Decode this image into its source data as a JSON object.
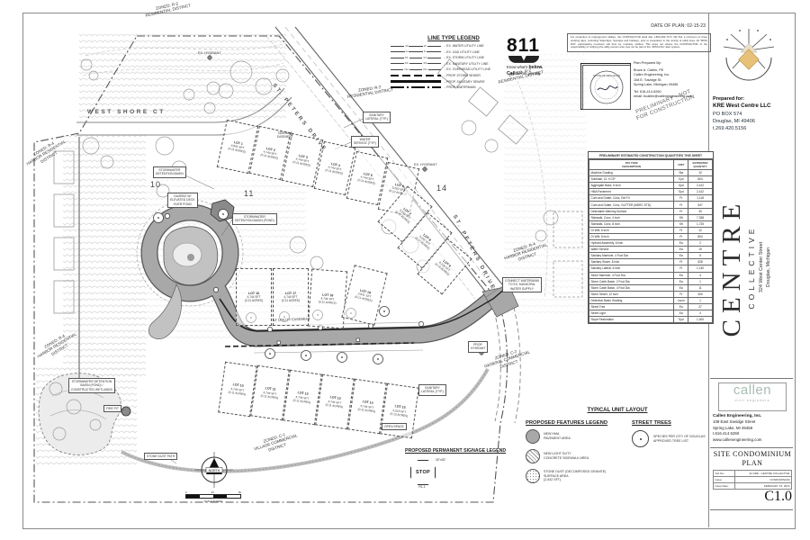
{
  "sheet": {
    "date_of_plan": "DATE OF PLAN: 02-15-23",
    "preliminary_stamp": "PRELIMINARY - NOT\nFOR CONSTRUCTION",
    "disclaimer": "For protection of underground utilities, the CONTRACTOR shall dial 1-800-482-7171 OR 811 a minimum of three working days, excluding Saturdays, Sundays and holidays, prior to excavation in the vicinity of utility lines. All \"MISS DIG\" participating members will thus be routinely notified. This does not relieve the CONTRACTOR of the responsibility of notifying the utility owners who may not be part of the \"MISS DIG\" alert system."
  },
  "call811": {
    "number": "811",
    "line1_normal": "Know what's ",
    "line1_bold": "below.",
    "line2_bold": "Call",
    "line2_normal": " before you dig."
  },
  "prepared_by": {
    "heading": "Plan Prepared By:",
    "lines": [
      "Bruce A. Callen, PE",
      "Callen Engineering, Inc.",
      "108 E. Savidge St.",
      "Spring Lake, Michigan  49456"
    ],
    "tel": "Tel:  616-414-5260",
    "email": "email:  bcallen@callenengineering.com",
    "seal_text": "STATE OF MICHIGAN"
  },
  "line_type_legend": {
    "title": "LINE TYPE LEGEND",
    "items": [
      {
        "style": "ex",
        "tag": "W",
        "label": "EX. WATER UTILITY LINE"
      },
      {
        "style": "ex",
        "tag": "G",
        "label": "EX. GAS UTILITY LINE"
      },
      {
        "style": "ex",
        "tag": "ST",
        "label": "EX. STORM UTILITY LINE"
      },
      {
        "style": "ex",
        "tag": "SS",
        "label": "EX. SANITARY UTILITY LINE"
      },
      {
        "style": "ex",
        "tag": "OH",
        "label": "EX. OVERHEAD UTILITY LINE"
      },
      {
        "style": "storm",
        "tag": "",
        "label": "PROP. STORM SEWER"
      },
      {
        "style": "sanitary",
        "tag": "",
        "label": "PROP. SANITARY SEWER"
      },
      {
        "style": "watermain",
        "tag": "",
        "label": "PROP. WATERMAIN"
      }
    ]
  },
  "quantities_table": {
    "title": "PRELIMINARY ESTIMATED CONSTRUCTION QUANTITIES THIS SHEET",
    "columns": [
      "PAY ITEM\nDESCRIPTION",
      "UNIT",
      "ESTIMATED\nQUANTITY"
    ],
    "rows": [
      [
        "Machine Grading",
        "Sta",
        "10"
      ],
      [
        "Subbase, CL II CIP",
        "Cyd",
        "804"
      ],
      [
        "Aggregate Base, 6 inch",
        "Syd",
        "2,412"
      ],
      [
        "HMA Pavement",
        "Syd",
        "2,412"
      ],
      [
        "Curb and Gutter, Conc, Det F4",
        "Ft",
        "1,118"
      ],
      [
        "Curb and Gutter, Conc, GUTTER (MDRC STD)",
        "Ft",
        "547"
      ],
      [
        "Detectable Warning Surface",
        "Ft",
        "30"
      ],
      [
        "Sidewalk, Conc, 4 inch",
        "Sft",
        "7,338"
      ],
      [
        "Sidewalk, Conc, 8 inch",
        "Sft",
        "1,725"
      ],
      [
        "DI WM, 6 inch",
        "Ft",
        "12"
      ],
      [
        "DI WM, 8 inch",
        "Ft",
        "804"
      ],
      [
        "Hydrant Assembly, 6 inch",
        "Ea",
        "2"
      ],
      [
        "Water Service",
        "Ea",
        "19"
      ],
      [
        "Sanitary Manhole, 4 Foot Dia",
        "Ea",
        "5"
      ],
      [
        "Sanitary Sewer, 8 inch",
        "Ft",
        "528"
      ],
      [
        "Sanitary Lateral, 6 inch",
        "Ft",
        "1,140"
      ],
      [
        "Storm Manhole, 4 Foot Dia",
        "Ea",
        "4"
      ],
      [
        "Storm Catch Basin, 2 Foot Dia",
        "Ea",
        "1"
      ],
      [
        "Storm Catch Basin, 4 Foot Dia",
        "Ea",
        "11"
      ],
      [
        "Storm Sewer, 12 inch",
        "Ft",
        "300"
      ],
      [
        "Detention Basin Grading",
        "Lsum",
        "1"
      ],
      [
        "Street Tree",
        "Ea",
        "27"
      ],
      [
        "Street Light",
        "Ea",
        "4"
      ],
      [
        "Slope Restoration",
        "Syd",
        "1,000"
      ]
    ]
  },
  "typical_unit_layout_label": "TYPICAL UNIT LAYOUT",
  "features_legend": {
    "title": "PROPOSED FEATURES LEGEND",
    "items": [
      {
        "swatch": "solid",
        "label": "NEW HMA\nPAVEMENT AREA"
      },
      {
        "swatch": "hatch",
        "label": "NEW LIGHT DUTY\nCONCRETE SIDEWALK AREA"
      },
      {
        "swatch": "dots",
        "label": "STONE DUST (DECOMPOSED GRANITE)\nSURFACE AREA\n(2,542 SFT)"
      }
    ]
  },
  "street_trees": {
    "title": "STREET TREES",
    "note": "SPECIES PER CITY OF DOUGLAS\nAPPROVED TREE LIST"
  },
  "signage_legend": {
    "title": "PROPOSED PERMANENT SIGNAGE LEGEND",
    "sign_text": "STOP",
    "sign_size": "30\"x30\"",
    "sign_code": "R1-1"
  },
  "north": {
    "label": "NORTH",
    "scale_ticks": [
      "0",
      "30",
      "60"
    ],
    "scale_caption": "SCALE IN FEET"
  },
  "title_block": {
    "prepared_for": {
      "heading": "Prepared for:",
      "name": "KRE West Centre LLC",
      "addr1": "PO BOX 574",
      "addr2": "Douglas, MI 49406",
      "phone": "t.269.420.5156"
    },
    "project": {
      "name": "CENTRE",
      "sub": "COLLECTIVE",
      "addr1": "324 West Center Street",
      "addr2": "Douglas, Michigan"
    },
    "engineer": {
      "logo_name": "callen",
      "logo_sub": "civil engineers",
      "name": "Callen Engineering, Inc.",
      "addr1": "108 East Savidge Street",
      "addr2": "Spring Lake, MI 49456",
      "phone": "t.616.414.5260",
      "web": "www.callenengineering.com"
    },
    "sheet_title": "SITE CONDOMINIUM PLAN",
    "issue_table": [
      [
        "Job No:",
        "22-KRE - CENTRE COLLECTIVE"
      ],
      [
        "Issue:",
        "CONDOMINIUM"
      ],
      [
        "Issue Date:",
        "FEBRUARY 15, 2023"
      ]
    ],
    "sheet_number": "C1.0"
  },
  "map": {
    "labels": [
      {
        "name": "street-name-west-shore-ct",
        "text": "WEST SHORE CT"
      },
      {
        "name": "zoning-label-r2",
        "text": "ZONED: R-2\nRESIDENTIAL DISTRICT"
      },
      {
        "name": "zoning-label-r2",
        "text": "ZONED: R-2\nRESIDENTIAL DISTRICT"
      },
      {
        "name": "zoning-label-r2",
        "text": "ZONED: R-2\nRESIDENTIAL DISTRICT"
      },
      {
        "name": "zoning-label-r4",
        "text": "ZONED: R-4\nHARBOR RESIDENTIAL\nDISTRICT"
      },
      {
        "name": "zoning-label-r4",
        "text": "ZONED: R-4\nHARBOR RESIDENTIAL\nDISTRICT"
      },
      {
        "name": "zoning-label-r4",
        "text": "ZONED: R-4\nHARBOR RESIDENTIAL\nDISTRICT"
      },
      {
        "name": "zoning-label-c2",
        "text": "ZONED: C-2\nGENERAL COMMERCIAL\nDISTRICT"
      },
      {
        "name": "zoning-label-c1",
        "text": "ZONED: C-1\nVILLAGE COMMERCIAL\nDISTRICT"
      },
      {
        "name": "street-name-st-peters",
        "text": "ST. PETERS DRIVE"
      },
      {
        "name": "street-name-st-peters",
        "text": "ST. PETERS DRIVE"
      },
      {
        "name": "callout-stormwater-basin",
        "text": "STORMWATER\nDETENTION BASIN"
      },
      {
        "name": "callout-gazebo",
        "text": "GAZEBO W/\nELEVATED DECK\nOVER POND"
      },
      {
        "name": "callout-stormwater-pond",
        "text": "STORMWATER\nDETENTION BASIN (POND)"
      },
      {
        "name": "callout-constructed-wetlands",
        "text": "STORMWATER DETENTION\nBASIN (POND) /\nCONSTRUCTED WETLANDS"
      },
      {
        "name": "callout-connect-watermain",
        "text": "CONNECT WATERMAIN\nTO EX. MUNICIPAL\nWATER SUPPLY"
      },
      {
        "name": "callout-sanitary-lateral",
        "text": "SANITARY\nLATERAL (TYP.)"
      },
      {
        "name": "callout-water-service",
        "text": "WATER\nSERVICE (TYP.)"
      },
      {
        "name": "callout-prop-hydrant",
        "text": "PROP.\nHYDRANT"
      },
      {
        "name": "callout-fire-pit",
        "text": "FIRE PIT"
      },
      {
        "name": "callout-stone-dust-path",
        "text": "STONE DUST PATH"
      },
      {
        "name": "callout-ex-hydrant",
        "text": "EX. HYDRANT"
      },
      {
        "name": "callout-ex-hydrant",
        "text": "EX. HYDRANT"
      },
      {
        "name": "callout-sidewalk-easement",
        "text": "SIDEWALK\nEASEMENT"
      },
      {
        "name": "callout-utility-easement",
        "text": "12' UTILITY EASEMENT"
      },
      {
        "name": "callout-open-space",
        "text": "OPEN SPACE"
      },
      {
        "name": "callout-sanitary-lateral",
        "text": "SANITARY\nLATERAL (TYP.)"
      },
      {
        "name": "parcel-number",
        "text": "10"
      },
      {
        "name": "parcel-number",
        "text": "11"
      },
      {
        "name": "parcel-number",
        "text": "14"
      }
    ],
    "lots": [
      {
        "label": "LOT 1",
        "area": "4,841 SFT",
        "acres": "(0.11 ACRES)"
      },
      {
        "label": "LOT 2",
        "area": "4,744 SFT",
        "acres": "(0.11 ACRES)"
      },
      {
        "label": "LOT 3",
        "area": "4,744 SFT",
        "acres": "(0.11 ACRES)"
      },
      {
        "label": "LOT 4",
        "area": "4,744 SFT",
        "acres": "(0.11 ACRES)"
      },
      {
        "label": "LOT 5",
        "area": "4,744 SFT",
        "acres": "(0.11 ACRES)"
      },
      {
        "label": "LOT 6",
        "area": "5,062 SFT",
        "acres": "(0.12 ACRES)"
      },
      {
        "label": "LOT 7",
        "area": "5,292 SFT",
        "acres": "(0.12 ACRES)"
      },
      {
        "label": "LOT 8",
        "area": "5,292 SFT",
        "acres": "(0.12 ACRES)"
      },
      {
        "label": "LOT 9",
        "area": "6,108 SFT",
        "acres": "(0.14 ACRES)"
      },
      {
        "label": "LOT 16",
        "area": "4,744 SFT",
        "acres": "(0.11 ACRES)"
      },
      {
        "label": "LOT 17",
        "area": "4,744 SFT",
        "acres": "(0.11 ACRES)"
      },
      {
        "label": "LOT 18",
        "area": "4,744 SFT",
        "acres": "(0.11 ACRES)"
      },
      {
        "label": "LOT 19",
        "area": "4,841 SFT",
        "acres": "(0.11 ACRES)"
      },
      {
        "label": "LOT 10",
        "area": "4,744 SFT",
        "acres": "(0.11 ACRES)"
      },
      {
        "label": "LOT 11",
        "area": "4,744 SFT",
        "acres": "(0.11 ACRES)"
      },
      {
        "label": "LOT 12",
        "area": "4,744 SFT",
        "acres": "(0.11 ACRES)"
      },
      {
        "label": "LOT 13",
        "area": "4,744 SFT",
        "acres": "(0.11 ACRES)"
      },
      {
        "label": "LOT 14",
        "area": "4,744 SFT",
        "acres": "(0.11 ACRES)"
      },
      {
        "label": "LOT 15",
        "area": "5,518 SFT",
        "acres": "(0.13 ACRES)"
      }
    ]
  }
}
